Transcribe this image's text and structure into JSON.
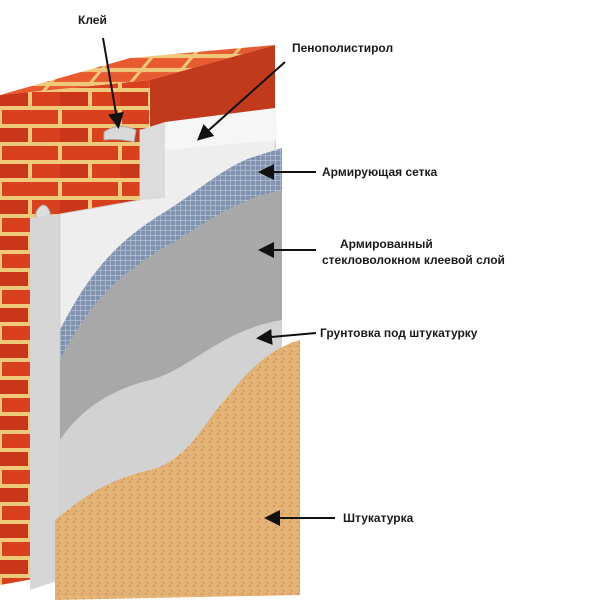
{
  "labels": {
    "glue": "Клей",
    "eps": "Пенополистирол",
    "mesh": "Армирующая сетка",
    "reinforced_line1": "Армированный",
    "reinforced_line2": "стекловолокном клеевой слой",
    "primer": "Грунтовка под штукатурку",
    "plaster": "Штукатурка"
  },
  "colors": {
    "brick": "#d8401e",
    "mortar": "#f0c87a",
    "foam": "#eeeeee",
    "mesh": "#8d9fb8",
    "adhesive": "#a8a8a8",
    "primer": "#d2d2d2",
    "plaster": "#e2b173",
    "arrow": "#111111"
  }
}
